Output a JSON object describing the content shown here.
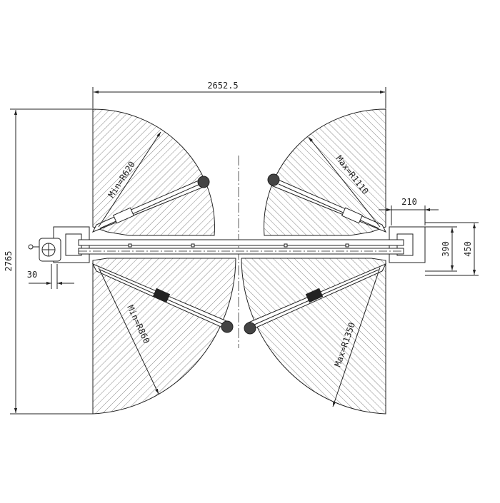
{
  "dimensions": {
    "overall_width": "2652.5",
    "overall_depth": "2765",
    "column_offset": "210",
    "base_inner": "390",
    "base_outer": "450",
    "pad_offset": "30"
  },
  "arm_radii": {
    "top_left": "Min=R620",
    "top_right": "Max=R1110",
    "bottom_left": "Min=R860",
    "bottom_right": "Max=R1350"
  },
  "colors": {
    "line": "#222222",
    "hatch": "#555555",
    "background": "#ffffff"
  }
}
